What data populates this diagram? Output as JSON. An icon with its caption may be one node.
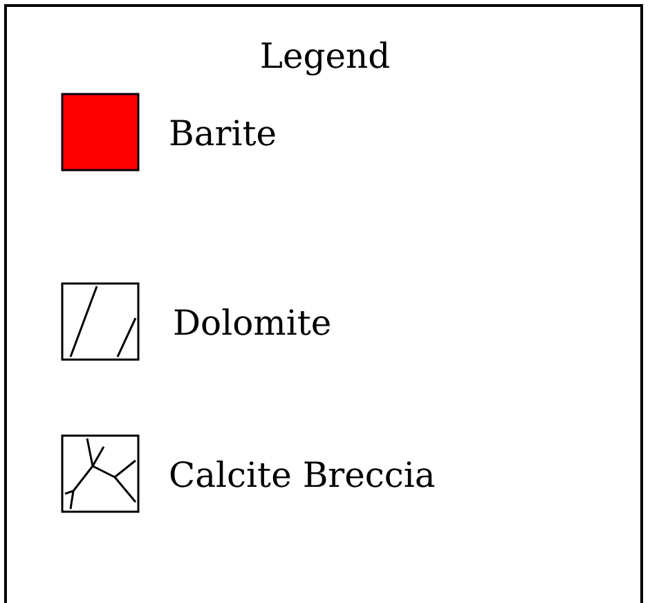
{
  "diagram": {
    "title": "Legend",
    "legend": [
      {
        "text": "Barite",
        "color": "#ff0000"
      },
      {
        "text": "Dolomite"
      },
      {
        "text": "Calcite Breccia"
      }
    ]
  }
}
